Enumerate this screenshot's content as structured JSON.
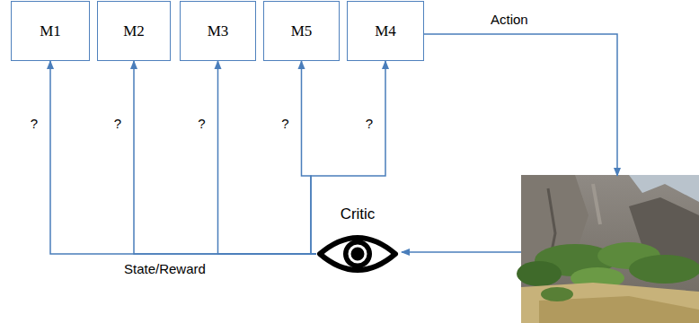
{
  "diagram": {
    "nodes": [
      {
        "text": [
          "M1"
        ]
      },
      {
        "text": [
          "M2"
        ]
      },
      {
        "text": [
          "M3"
        ]
      },
      {
        "text": [
          "M5"
        ]
      },
      {
        "text": [
          "M4"
        ]
      },
      {
        "text": [
          "Critic"
        ]
      }
    ],
    "edges": [
      {
        "from": 5,
        "to": 0,
        "arrow": "to",
        "label": "?"
      },
      {
        "from": 5,
        "to": 1,
        "arrow": "to",
        "label": "?"
      },
      {
        "from": 5,
        "to": 2,
        "arrow": "to",
        "label": "?"
      },
      {
        "from": 5,
        "to": 3,
        "arrow": "to",
        "label": "?"
      },
      {
        "from": 5,
        "to": 4,
        "arrow": "to",
        "label": "?"
      }
    ],
    "labels": [
      "Action",
      "State/Reward"
    ]
  }
}
